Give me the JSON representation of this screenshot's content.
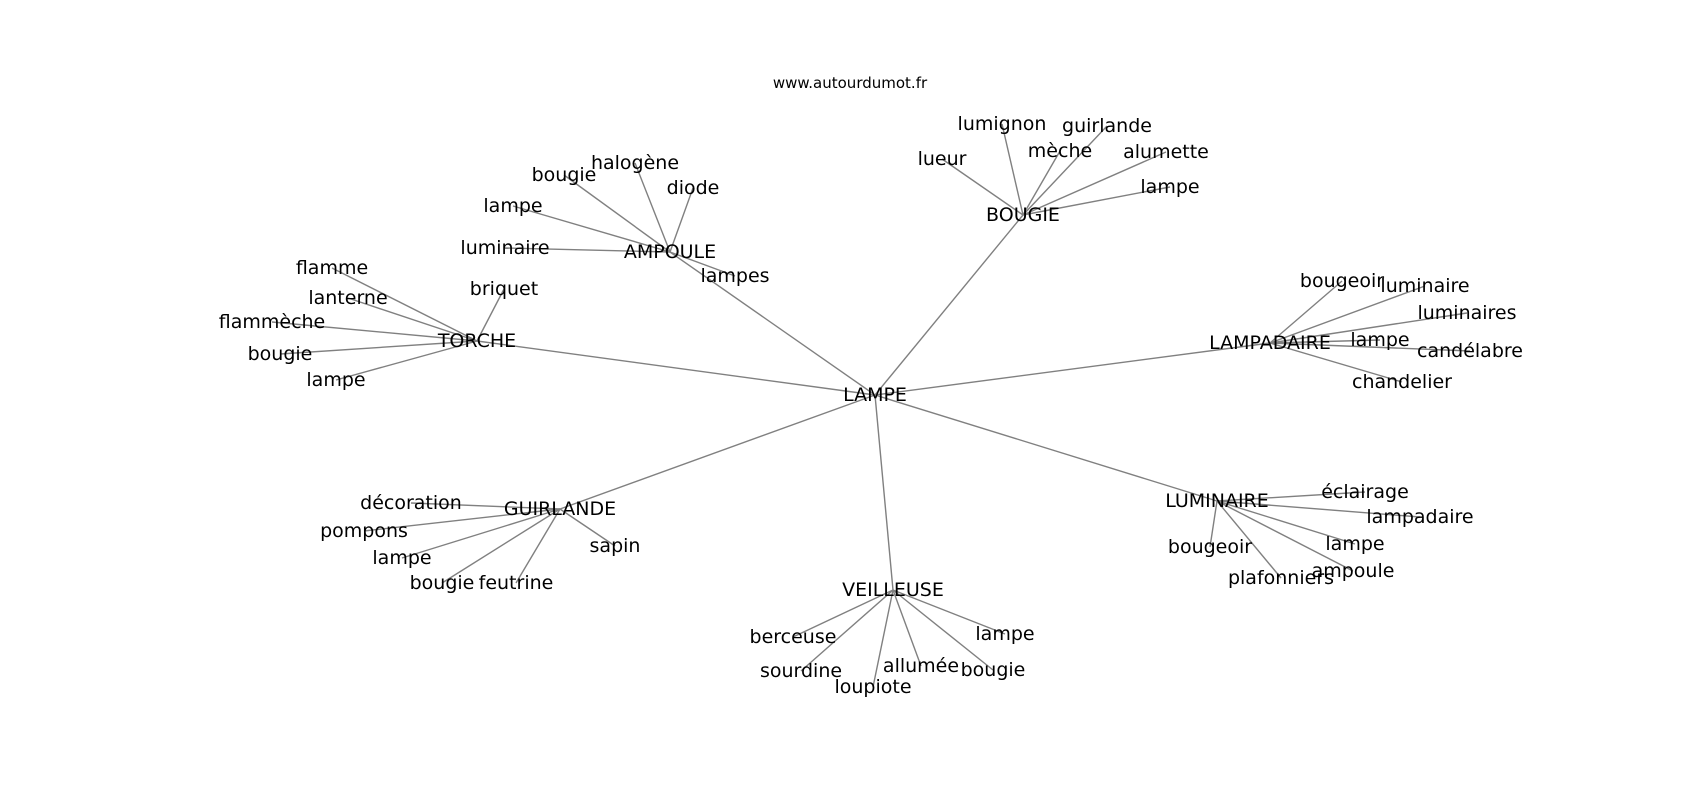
{
  "source": "www.autourdumot.fr",
  "graph": {
    "center": "LAMPE",
    "branches": [
      {
        "label": "TORCHE",
        "words": [
          "flamme",
          "lanterne",
          "flammèche",
          "bougie",
          "lampe",
          "briquet"
        ]
      },
      {
        "label": "AMPOULE",
        "words": [
          "bougie",
          "halogène",
          "diode",
          "lampe",
          "luminaire",
          "lampes"
        ]
      },
      {
        "label": "BOUGIE",
        "words": [
          "lumignon",
          "guirlande",
          "mèche",
          "alumette",
          "lueur",
          "lampe"
        ]
      },
      {
        "label": "LAMPADAIRE",
        "words": [
          "bougeoir",
          "luminaire",
          "luminaires",
          "lampe",
          "candélabre",
          "chandelier"
        ]
      },
      {
        "label": "LUMINAIRE",
        "words": [
          "éclairage",
          "lampadaire",
          "lampe",
          "ampoule",
          "plafonniers",
          "bougeoir"
        ]
      },
      {
        "label": "VEILLEUSE",
        "words": [
          "berceuse",
          "sourdine",
          "loupiote",
          "allumée",
          "bougie",
          "lampe"
        ]
      },
      {
        "label": "GUIRLANDE",
        "words": [
          "décoration",
          "pompons",
          "lampe",
          "bougie",
          "feutrine",
          "sapin"
        ]
      }
    ]
  },
  "colors": {
    "edge": "#808080",
    "text": "#000000",
    "background": "#ffffff"
  }
}
